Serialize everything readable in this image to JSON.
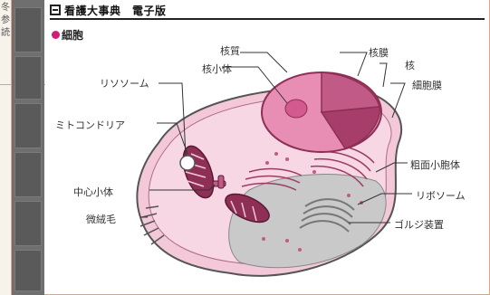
{
  "window": {
    "title": "看護大事典　電子版"
  },
  "left_fragment": {
    "lines": [
      "冬",
      "参",
      "読"
    ]
  },
  "section": {
    "label": "細胞"
  },
  "diagram": {
    "labels": {
      "nucleoplasm": "核質",
      "nucleolus": "核小体",
      "nuclear_membrane": "核膜",
      "nucleus": "核",
      "lysosome": "リソソーム",
      "cell_membrane": "細胞膜",
      "mitochondria": "ミトコンドリア",
      "rough_er": "粗面小胞体",
      "centriole": "中心小体",
      "ribosome": "リボソーム",
      "microvilli": "微絨毛",
      "golgi": "ゴルジ装置"
    }
  },
  "colors": {
    "accent_magenta": "#d21a78",
    "cell_body": "#f3c8d8",
    "nucleus_pink": "#e88db4",
    "organelle_dark": "#8e2f55",
    "golgi_gray": "#a8a8a8",
    "sidebar_gray": "#6f6f6f"
  }
}
